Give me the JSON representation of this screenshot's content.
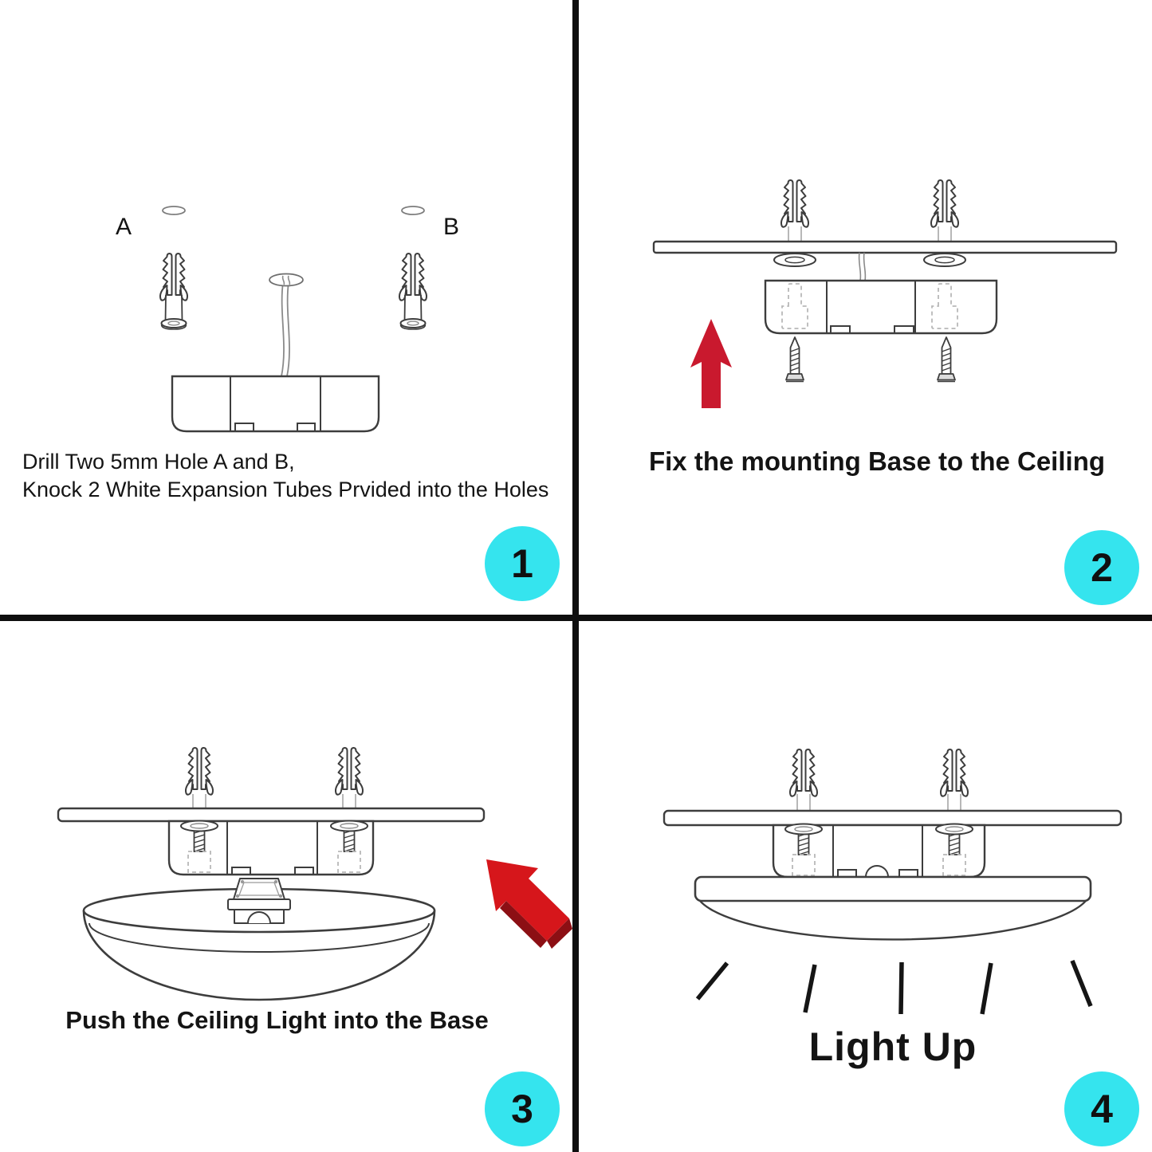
{
  "colors": {
    "badge_cyan": "#35e4ee",
    "arrow_red": "#c9192e",
    "arrow_red_dark": "#8c0f14",
    "line_dark": "#3d3d3d"
  },
  "panel1": {
    "step": "1",
    "hole_label_a": "A",
    "hole_label_b": "B",
    "caption_line1": "Drill Two 5mm Hole A and B,",
    "caption_line2": "Knock 2 White Expansion Tubes Prvided into the Holes"
  },
  "panel2": {
    "step": "2",
    "caption": "Fix the mounting Base to the Ceiling"
  },
  "panel3": {
    "step": "3",
    "caption": "Push the Ceiling Light into the Base"
  },
  "panel4": {
    "step": "4",
    "caption": "Light Up"
  }
}
